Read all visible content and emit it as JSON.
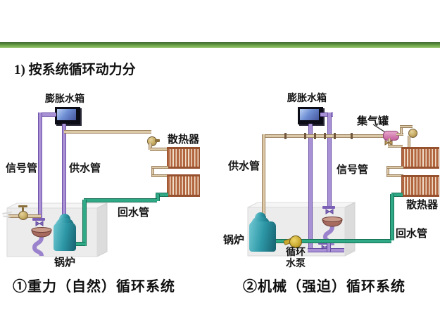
{
  "slide": {
    "title": "1) 按系统循环动力分"
  },
  "colors": {
    "accent_green": "#6aa84f",
    "pipe_signal_supply_purple": "#a991d6",
    "pipe_distribution_tan": "#dcc9a8",
    "pipe_return_green": "#2fa986",
    "radiator_copper": "#b2663f",
    "boiler_teal": "#2d97a6",
    "tank_water_blue": "#4a6ab8",
    "air_collector_pink": "#d27fb4",
    "pump_yellow": "#c8a830"
  },
  "left_diagram": {
    "caption": "①重力（自然）循环系统",
    "labels": {
      "expansion_tank": "膨胀水箱",
      "radiator": "散热器",
      "signal_pipe": "信号管",
      "supply_pipe": "供水管",
      "return_pipe": "回水管",
      "boiler": "锅炉"
    }
  },
  "right_diagram": {
    "caption": "②机械（强迫）循环系统",
    "labels": {
      "expansion_tank": "膨胀水箱",
      "air_collector": "集气罐",
      "supply_pipe": "供水管",
      "signal_pipe": "信号管",
      "radiator": "散热器",
      "return_pipe": "回水管",
      "boiler": "锅炉",
      "pump_line1": "循环",
      "pump_line2": "水泵"
    }
  }
}
